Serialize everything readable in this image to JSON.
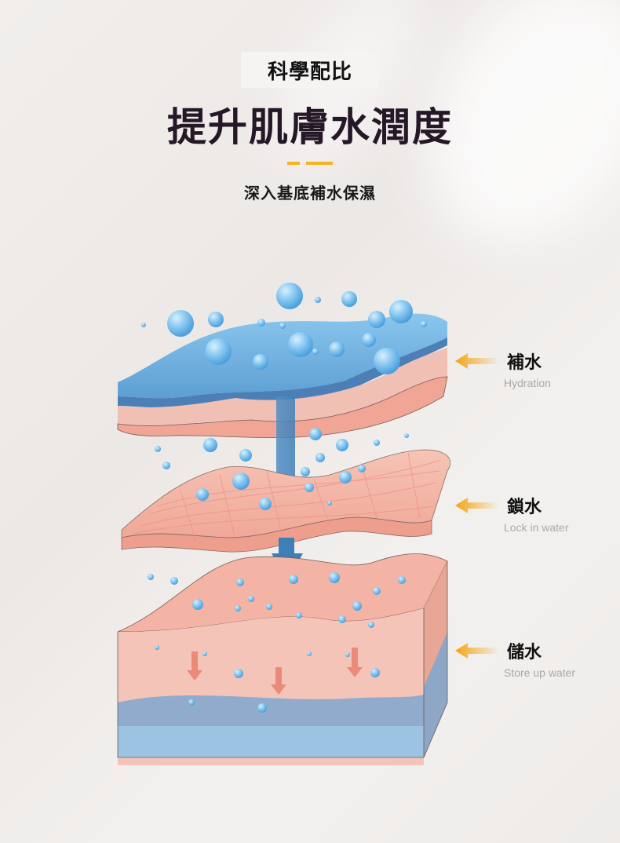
{
  "header": {
    "eyebrow": "科學配比",
    "title": "提升肌膚水潤度",
    "subtitle": "深入基底補水保濕",
    "accent_color": "#f4b320"
  },
  "illustration": {
    "description": "Three-layer skin diagram with water droplets flowing downward",
    "layers": [
      "epidermis-water-layer",
      "mesh-skin-layer",
      "dermis-block"
    ]
  },
  "labels": [
    {
      "zh": "補水",
      "en": "Hydration",
      "icon": "arrow-left-icon"
    },
    {
      "zh": "鎖水",
      "en": "Lock in water",
      "icon": "arrow-left-icon"
    },
    {
      "zh": "儲水",
      "en": "Store up water",
      "icon": "arrow-left-icon"
    }
  ]
}
